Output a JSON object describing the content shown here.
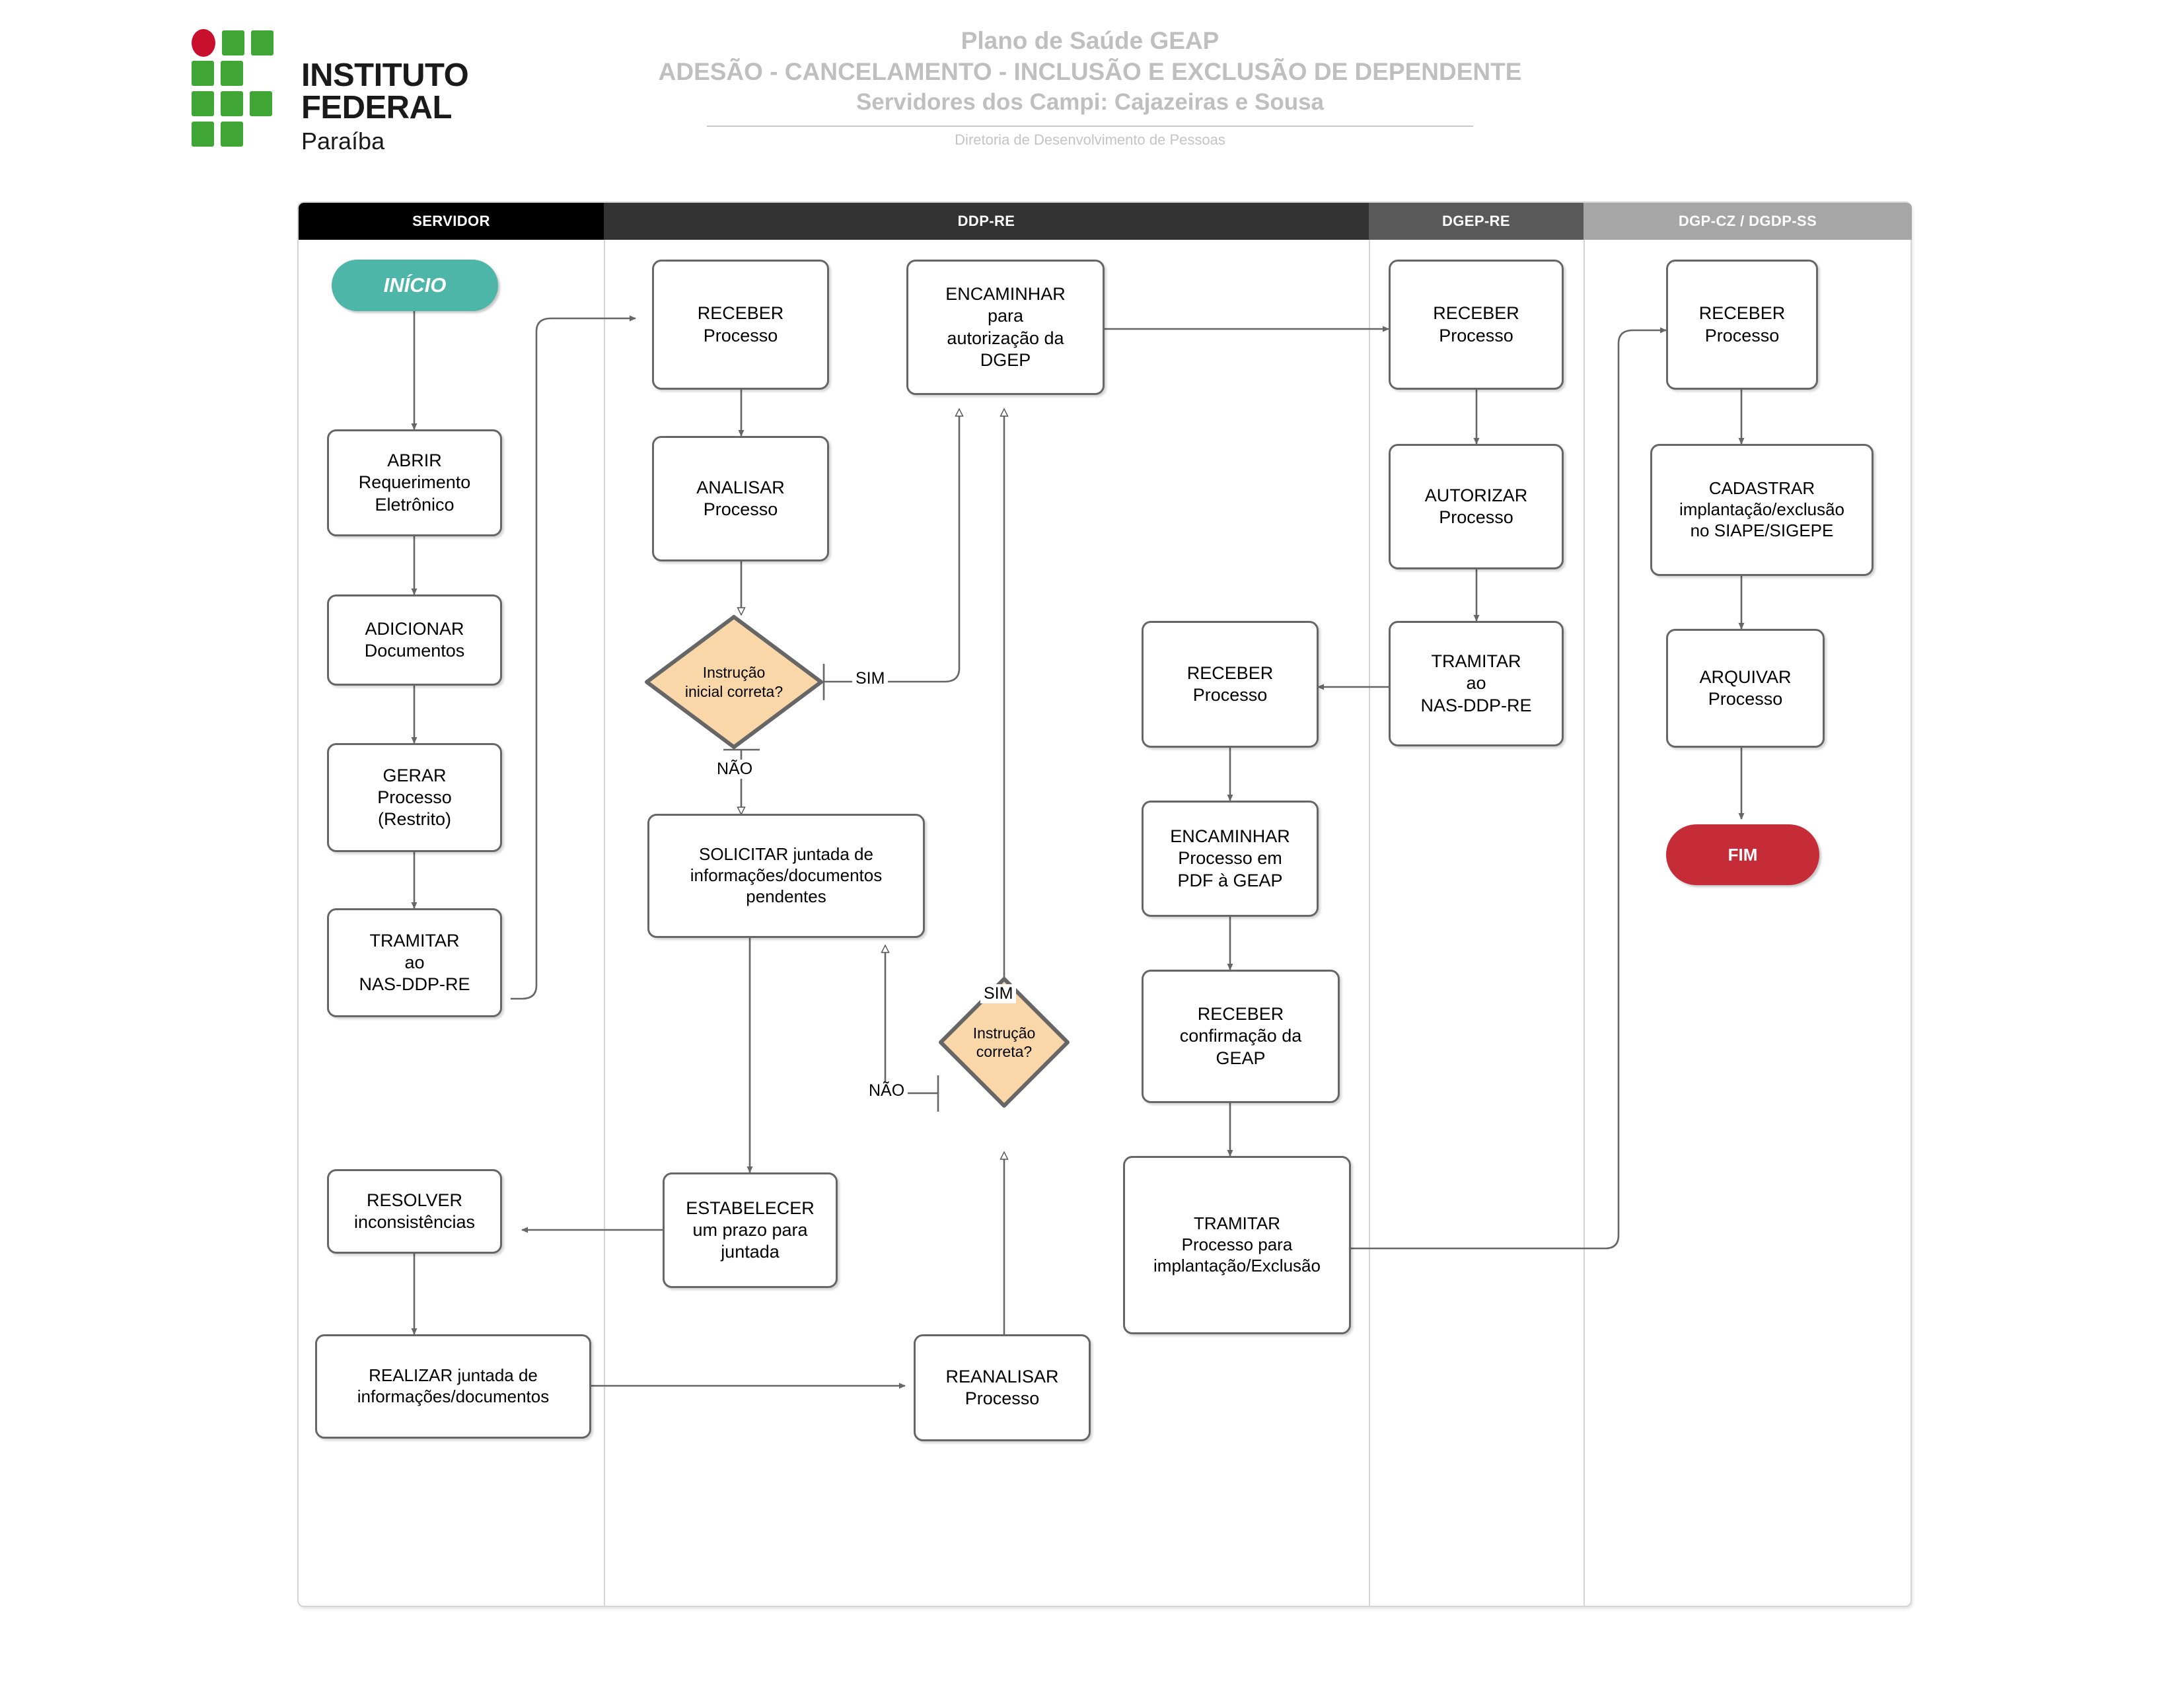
{
  "header": {
    "logo": {
      "title": "INSTITUTO FEDERAL",
      "subtitle": "Paraíba",
      "mark_name": "if-paraiba-logo"
    },
    "title_line1": "Plano de Saúde GEAP",
    "title_line2": "ADESÃO - CANCELAMENTO - INCLUSÃO E EXCLUSÃO DE DEPENDENTE",
    "title_line3": "Servidores dos Campi: Cajazeiras e Sousa",
    "subtitle": "Diretoria de Desenvolvimento de Pessoas"
  },
  "colors": {
    "lane_servidor": "#000000",
    "lane_ddp": "#333333",
    "lane_dgep": "#595959",
    "lane_dgp": "#a6a6a6",
    "start_fill": "#4DB6A8",
    "end_fill": "#C62B38",
    "decision_fill": "#FAD7A8",
    "node_stroke": "#666666",
    "frame_border": "#d5d5d5",
    "title_text": "#bfbfbf"
  },
  "lanes": [
    {
      "id": "servidor",
      "label": "SERVIDOR"
    },
    {
      "id": "ddp-re",
      "label": "DDP-RE"
    },
    {
      "id": "dgep-re",
      "label": "DGEP-RE"
    },
    {
      "id": "dgp-cz-dgdp-ss",
      "label": "DGP-CZ / DGDP-SS"
    }
  ],
  "nodes": {
    "start": {
      "label": "INÍCIO",
      "type": "terminator",
      "lane": "servidor"
    },
    "abrir": {
      "label": "ABRIR\nRequerimento\nEletrônico",
      "type": "process",
      "lane": "servidor"
    },
    "adicionar": {
      "label": "ADICIONAR\nDocumentos",
      "type": "process",
      "lane": "servidor"
    },
    "gerar": {
      "label": "GERAR\nProcesso\n(Restrito)",
      "type": "process",
      "lane": "servidor"
    },
    "tramitar_nas": {
      "label": "TRAMITAR\nao\nNAS-DDP-RE",
      "type": "process",
      "lane": "servidor"
    },
    "resolver": {
      "label": "RESOLVER\ninconsistências",
      "type": "process",
      "lane": "servidor"
    },
    "realizar": {
      "label": "REALIZAR  juntada de\ninformações/documentos",
      "type": "process",
      "lane": "servidor"
    },
    "receber_ddp": {
      "label": "RECEBER\nProcesso",
      "type": "process",
      "lane": "ddp-re"
    },
    "analisar": {
      "label": "ANALISAR\nProcesso",
      "type": "process",
      "lane": "ddp-re"
    },
    "dec_inicial": {
      "label": "Instrução\ninicial correta?",
      "type": "decision",
      "lane": "ddp-re"
    },
    "solicitar": {
      "label": "SOLICITAR juntada de\ninformações/documentos\npendentes",
      "type": "process",
      "lane": "ddp-re"
    },
    "estabelecer": {
      "label": "ESTABELECER\num prazo para\njuntada",
      "type": "process",
      "lane": "ddp-re"
    },
    "reanalisar": {
      "label": "REANALISAR\nProcesso",
      "type": "process",
      "lane": "ddp-re"
    },
    "dec_correta": {
      "label": "Instrução\ncorreta?",
      "type": "decision",
      "lane": "ddp-re"
    },
    "encaminhar_dgep": {
      "label": "ENCAMINHAR\npara\nautorização da\nDGEP",
      "type": "process",
      "lane": "ddp-re"
    },
    "receber_ddp2": {
      "label": "RECEBER\nProcesso",
      "type": "process",
      "lane": "ddp-re"
    },
    "encaminhar_geap": {
      "label": "ENCAMINHAR\nProcesso em\nPDF à GEAP",
      "type": "process",
      "lane": "ddp-re"
    },
    "receber_conf": {
      "label": "RECEBER\nconfirmação da\nGEAP",
      "type": "process",
      "lane": "ddp-re"
    },
    "tramitar_impl": {
      "label": "TRAMITAR\nProcesso para\nimplantação/Exclusão",
      "type": "process",
      "lane": "ddp-re"
    },
    "receber_dgep": {
      "label": "RECEBER\nProcesso",
      "type": "process",
      "lane": "dgep-re"
    },
    "autorizar": {
      "label": "AUTORIZAR\nProcesso",
      "type": "process",
      "lane": "dgep-re"
    },
    "tramitar_nas2": {
      "label": "TRAMITAR\nao\nNAS-DDP-RE",
      "type": "process",
      "lane": "dgep-re"
    },
    "receber_dgp": {
      "label": "RECEBER\nProcesso",
      "type": "process",
      "lane": "dgp-cz-dgdp-ss"
    },
    "cadastrar": {
      "label": "CADASTRAR\nimplantação/exclusão\nno SIAPE/SIGEPE",
      "type": "process",
      "lane": "dgp-cz-dgdp-ss"
    },
    "arquivar": {
      "label": "ARQUIVAR\nProcesso",
      "type": "process",
      "lane": "dgp-cz-dgdp-ss"
    },
    "end": {
      "label": "FIM",
      "type": "terminator",
      "lane": "dgp-cz-dgdp-ss"
    }
  },
  "edge_labels": {
    "sim_inicial": "SIM",
    "nao_inicial": "NÃO",
    "sim_correta": "SIM",
    "nao_correta": "NÃO"
  }
}
